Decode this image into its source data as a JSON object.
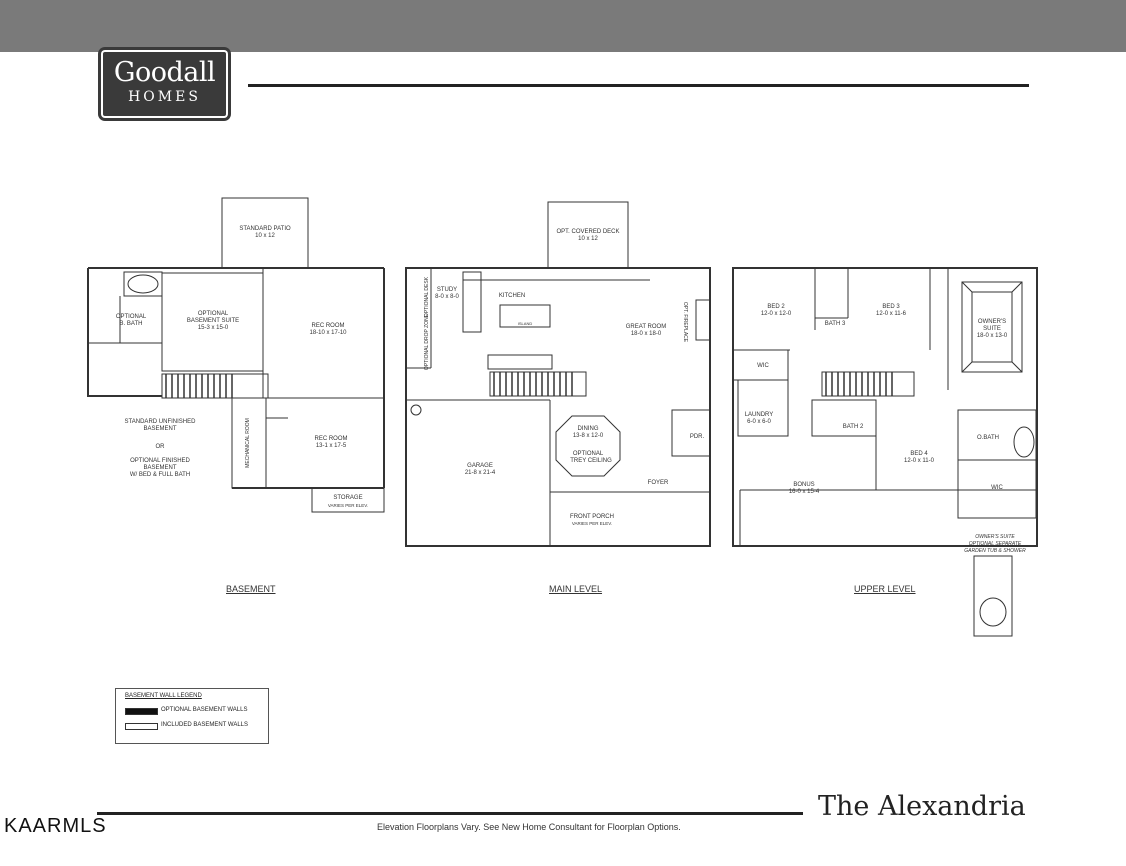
{
  "brand": {
    "name": "Goodall",
    "sub": "HOMES"
  },
  "home_name": "The Alexandria",
  "footnote": "Elevation Floorplans Vary. See New Home Consultant for Floorplan Options.",
  "watermark": "KAARMLS",
  "levels": {
    "basement": "BASEMENT",
    "main": "MAIN LEVEL",
    "upper": "UPPER LEVEL"
  },
  "basement": {
    "patio_name": "STANDARD PATIO",
    "patio_dim": "10 x 12",
    "bath": "OPTIONAL",
    "bath2": "B. BATH",
    "suite": "OPTIONAL",
    "suite2": "BASEMENT SUITE",
    "suite_dim": "15-3 x 15-0",
    "rec1": "REC ROOM",
    "rec1_dim": "18-10 x 17-10",
    "rec2": "REC ROOM",
    "rec2_dim": "13-1 x 17-5",
    "mech": "MECHANICAL ROOM",
    "storage": "STORAGE",
    "storage_dim": "VARIES PER ELEV.",
    "unf1": "STANDARD UNFINISHED",
    "unf2": "BASEMENT",
    "or": "OR",
    "fin1": "OPTIONAL FINISHED",
    "fin2": "BASEMENT",
    "fin3": "W/ BED & FULL BATH"
  },
  "main": {
    "deck_name": "OPT. COVERED DECK",
    "deck_dim": "10 x 12",
    "desk": "OPTIONAL DESK",
    "drop": "OPTIONAL DROP ZONE",
    "study": "STUDY",
    "study_dim": "8-0 x 8-0",
    "kitchen": "KITCHEN",
    "island": "ISLAND",
    "great": "GREAT ROOM",
    "great_dim": "18-0 x 18-0",
    "fireplace": "OPT. FIREPLACE",
    "dining": "DINING",
    "dining_dim": "13-8 x 12-0",
    "trey1": "OPTIONAL",
    "trey2": "TREY CEILING",
    "garage": "GARAGE",
    "garage_dim": "21-8 x 21-4",
    "pdr": "PDR.",
    "foyer": "FOYER",
    "porch": "FRONT PORCH",
    "porch_dim": "VARIES PER ELEV."
  },
  "upper": {
    "bed2": "BED 2",
    "bed2_dim": "12-0 x 12-0",
    "bed3": "BED 3",
    "bed3_dim": "12-0 x 11-6",
    "bath3": "BATH 3",
    "owner1": "OWNER'S",
    "owner2": "SUITE",
    "owner_dim": "18-0 x 13-0",
    "wic": "WIC",
    "laundry": "LAUNDRY",
    "laundry_dim": "6-0 x 6-0",
    "bath2": "BATH 2",
    "bed4": "BED 4",
    "bed4_dim": "12-0 x 11-0",
    "obath": "O.BATH",
    "wic2": "WIC",
    "bonus": "BONUS",
    "bonus_dim": "16-0 x 15-4",
    "opt1": "OWNER'S SUITE",
    "opt2": "OPTIONAL SEPARATE",
    "opt3": "GARDEN TUB & SHOWER"
  },
  "legend": {
    "title": "BASEMENT WALL LEGEND",
    "optional": "OPTIONAL BASEMENT WALLS",
    "included": "INCLUDED BASEMENT WALLS"
  }
}
